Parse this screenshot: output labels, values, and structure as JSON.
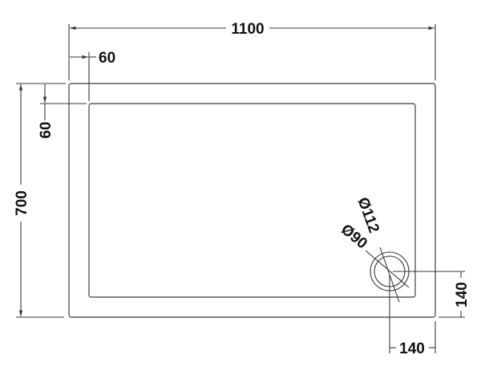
{
  "drawing": {
    "title": "Shower tray plan dimensions",
    "units": "mm",
    "colors": {
      "line": "#3a3a3a",
      "tray_outline": "#5a5a5a",
      "text": "#111111",
      "background": "#ffffff"
    },
    "dimensions": {
      "overall_width": "1100",
      "overall_depth": "700",
      "rim_width_horizontal": "60",
      "rim_width_vertical": "60",
      "waste_offset_right": "140",
      "waste_offset_bottom": "140",
      "waste_outer_diameter": "Ø112",
      "waste_inner_diameter": "Ø90"
    }
  }
}
